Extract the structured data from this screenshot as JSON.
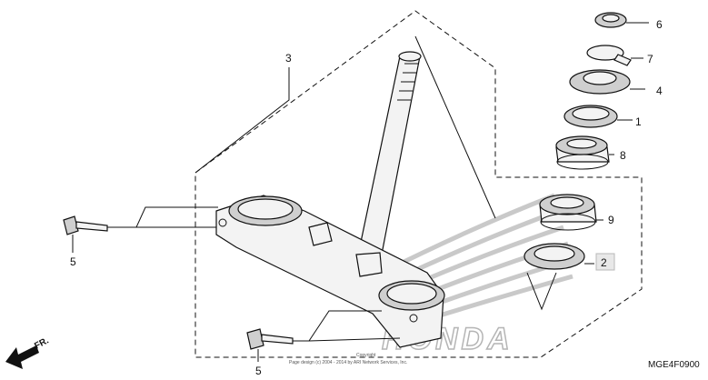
{
  "callouts": {
    "p1": "1",
    "p2": "2",
    "p3": "3",
    "p4": "4",
    "p5a": "5",
    "p5b": "5",
    "p6": "6",
    "p7": "7",
    "p8": "8",
    "p9": "9"
  },
  "diagram_code": "MGE4F0900",
  "front_label": "FR.",
  "watermark_text": "HONDA",
  "copyright_line1": "Copyright",
  "copyright_line2": "Page design (c) 2004 - 2014 by ARI Network Services, Inc.",
  "colors": {
    "line": "#111111",
    "watermark": "#c9c9c9",
    "highlight_box": "#b8b8b8"
  }
}
